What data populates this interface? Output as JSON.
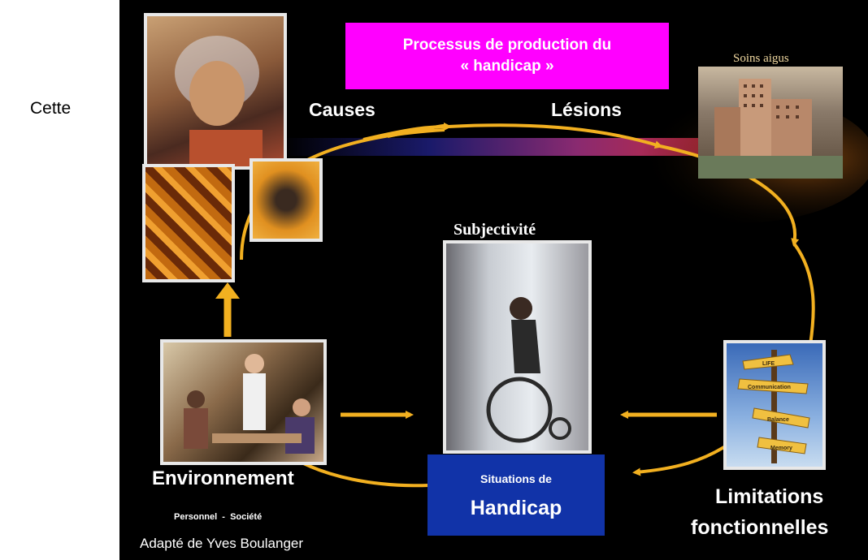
{
  "side_text": "Cette",
  "diagram": {
    "title_line1": "Processus de production du",
    "title_line2": "« handicap »",
    "causes": "Causes",
    "lesions": "Lésions",
    "soins_aigus": "Soins aigus",
    "subjectivite": "Subjectivité",
    "environnement": "Environnement",
    "personnel_societe": "Personnel  -  Société",
    "credit": "Adapté de Yves Boulanger",
    "situations_de": "Situations de",
    "handicap": "Handicap",
    "limitations_line1": "Limitations",
    "limitations_line2": "fonctionnelles",
    "signpost": [
      "LIFE",
      "Communication",
      "Balance",
      "Memory"
    ]
  },
  "colors": {
    "arrow": "#f2b020",
    "title_bg": "#ff00ff",
    "handicap_bg": "#1133a8",
    "background": "#000000"
  }
}
